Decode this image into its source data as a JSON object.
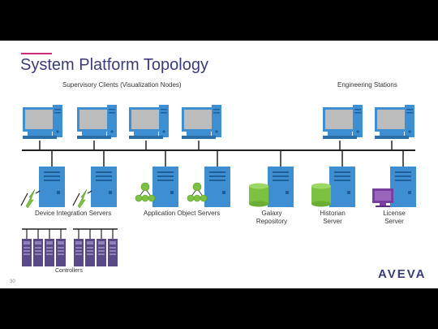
{
  "slide": {
    "title": "System Platform Topology",
    "page_number": "30"
  },
  "groups": {
    "supervisory_clients": "Supervisory Clients (Visualization Nodes)",
    "engineering_stations": "Engineering Stations",
    "device_integration_servers": "Device Integration Servers",
    "application_object_servers": "Application Object Servers",
    "galaxy_repository": "Galaxy Repository",
    "historian_server": "Historian Server",
    "license_server": "License Server",
    "controllers": "Controllers"
  },
  "galaxy_repository_lines": [
    "Galaxy",
    "Repository"
  ],
  "historian_lines": [
    "Historian",
    "Server"
  ],
  "license_lines": [
    "License",
    "Server"
  ],
  "logo": "AVEVA",
  "colors": {
    "title": "#3a3c78",
    "accent": "#cc2a7a",
    "monitor": "#3d8fd1",
    "server": "#3d8fd1",
    "repository": "#7dc142",
    "license_monitor": "#7a3ea0",
    "controller": "#5a4a8a",
    "network": "#222222"
  }
}
